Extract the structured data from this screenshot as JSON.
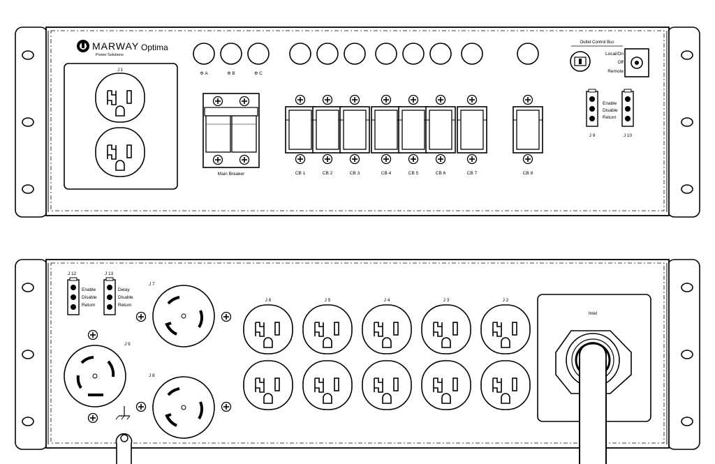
{
  "brand": {
    "name": "MARWAY",
    "sub": "Power Solutions",
    "model": "Optima"
  },
  "front": {
    "phases": [
      "Φ A",
      "Φ B",
      "Φ C"
    ],
    "main_outlet": "J 1",
    "main_breaker": "Main Breaker",
    "breakers": [
      "CB 1",
      "CB 2",
      "CB 3",
      "CB 4",
      "CB 5",
      "CB 6",
      "CB 7",
      "CB 8"
    ],
    "control_bus": {
      "title": "Outlet Control Bus",
      "modes": [
        "Local/On",
        "Off",
        "Remote"
      ]
    },
    "connectors": [
      {
        "label": "J 9",
        "pins": [
          "Enable",
          "Disable",
          "Return"
        ]
      },
      {
        "label": "J 10"
      }
    ]
  },
  "rear": {
    "connectors": [
      {
        "label": "J 12",
        "pins": [
          "Enable",
          "Disable",
          "Return"
        ]
      },
      {
        "label": "J 13",
        "pins": [
          "Delay",
          "Disable",
          "Return"
        ]
      }
    ],
    "twistlocks": [
      "J 7",
      "J 9",
      "J 8"
    ],
    "outlet_groups": [
      "J 6",
      "J 5",
      "J 4",
      "J 3",
      "J 2"
    ],
    "inlet": "Inlet"
  }
}
